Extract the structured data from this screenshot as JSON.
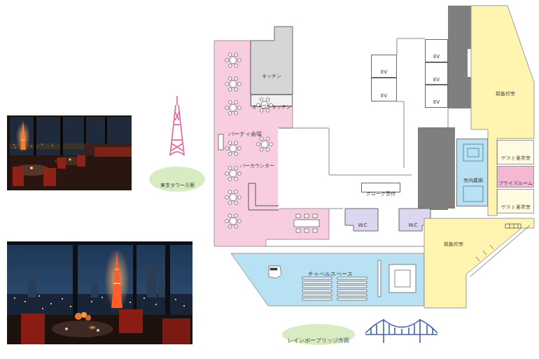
{
  "diagram": {
    "nodes": [
      {
        "text": [
          "パーティ会場"
        ]
      },
      {
        "text": [
          "キッチン"
        ]
      },
      {
        "text": [
          "オープンキッチン"
        ]
      },
      {
        "text": [
          "バーカウンター"
        ],
        "in": 0
      },
      {
        "text": [
          "チャペルスペース"
        ]
      },
      {
        "text": [
          "EV"
        ]
      },
      {
        "text": [
          "EV"
        ]
      },
      {
        "text": [
          "EV"
        ]
      },
      {
        "text": [
          "EV"
        ]
      },
      {
        "text": [
          "EV"
        ]
      },
      {
        "text": [
          "クローク受付"
        ]
      },
      {
        "text": [
          "W.C"
        ]
      },
      {
        "text": [
          "W.C"
        ]
      },
      {
        "text": [
          "室内庭園"
        ]
      },
      {
        "text": [
          "親族控室"
        ]
      },
      {
        "text": [
          "ゲスト更衣室"
        ]
      },
      {
        "text": [
          "ブライズルーム"
        ]
      },
      {
        "text": [
          "ゲスト更衣室"
        ]
      },
      {
        "text": [
          "親族控室"
        ]
      },
      {
        "text": [
          "東京タワー方面"
        ]
      },
      {
        "text": [
          "レインボーブリッジ方面"
        ]
      }
    ]
  }
}
